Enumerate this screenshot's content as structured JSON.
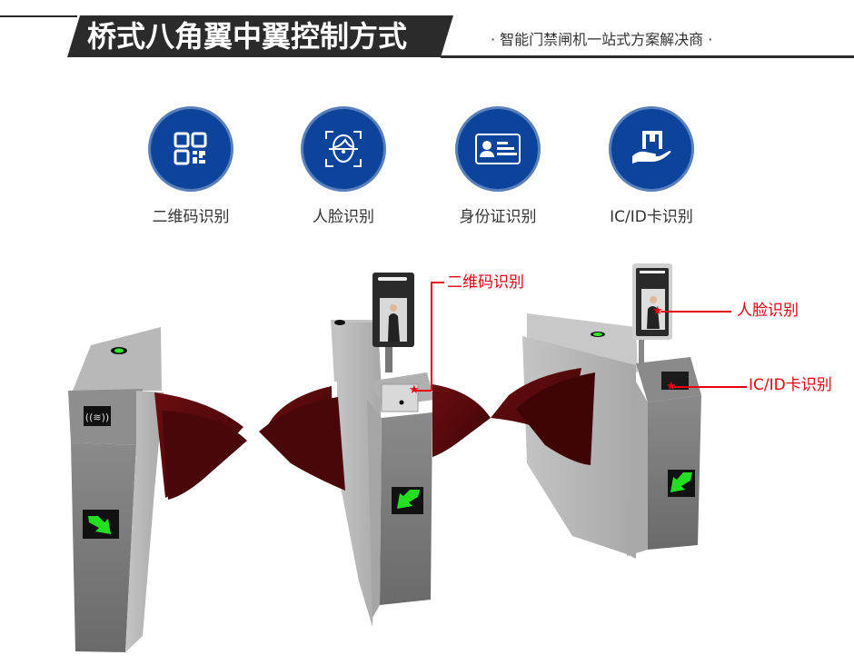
{
  "header": {
    "title": "桥式八角翼中翼控制方式",
    "subtitle": "· 智能门禁闸机一站式方案解决商 ·"
  },
  "colors": {
    "header_bg": "#2b2b2b",
    "icon_circle": "#0b449a",
    "icon_ring": "#5a7fbd",
    "callout": "#e60012",
    "flap": "#5a0a0c",
    "arrow_green": "#22e021",
    "steel_light": "#b9b9b9",
    "steel_dark": "#6e6e6e"
  },
  "features": [
    {
      "icon": "qr-code-icon",
      "label": "二维码识别"
    },
    {
      "icon": "face-scan-icon",
      "label": "人脸识别"
    },
    {
      "icon": "id-card-icon",
      "label": "身份证识别"
    },
    {
      "icon": "hand-card-icon",
      "label": "IC/ID卡识别"
    }
  ],
  "callouts": {
    "qr": "二维码识别",
    "face": "人脸识别",
    "card": "IC/ID卡识别",
    "marker": "★"
  }
}
